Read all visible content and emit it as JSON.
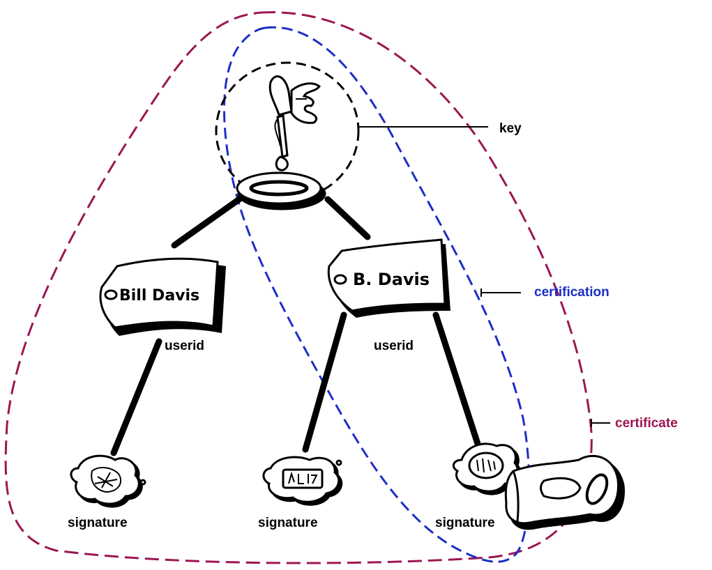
{
  "colors": {
    "certificate": "#9b1652",
    "certification": "#1c2ec6",
    "key": "#000000",
    "ink": "#000000"
  },
  "labels": {
    "key": "key",
    "certification": "certification",
    "certificate": "certificate"
  },
  "userids": [
    {
      "name": "Bill Davis",
      "label": "userid"
    },
    {
      "name": "B. Davis",
      "label": "userid"
    }
  ],
  "signatures": [
    {
      "label": "signature"
    },
    {
      "label": "signature"
    },
    {
      "label": "signature"
    }
  ],
  "icons": [
    "key-icon",
    "userid-tag-icon",
    "signature-seal-icon",
    "signing-key-icon"
  ]
}
